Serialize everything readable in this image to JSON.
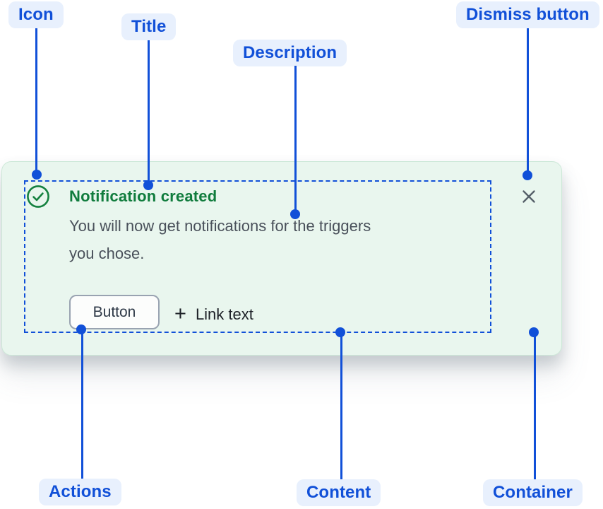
{
  "colors": {
    "accent_blue": "#1150D8",
    "label_bg": "#E8F0FD",
    "success_green": "#107C3D",
    "card_bg": "#E9F6EE",
    "text_dark": "#49505A",
    "link_text": "#1D2127",
    "dismiss_gray": "#566069"
  },
  "annotations": {
    "icon_label": "Icon",
    "title_label": "Title",
    "description_label": "Description",
    "dismiss_label": "Dismiss button",
    "actions_label": "Actions",
    "content_label": "Content",
    "container_label": "Container"
  },
  "notification": {
    "title": "Notification created",
    "description_lines": [
      "You will now get notifications for the triggers",
      "you chose."
    ],
    "button_label": "Button",
    "plus_glyph": "+",
    "link_label": "Link text"
  },
  "icons": {
    "status": "success-check-circle-icon",
    "dismiss": "x-icon",
    "link_prefix": "plus-icon"
  }
}
